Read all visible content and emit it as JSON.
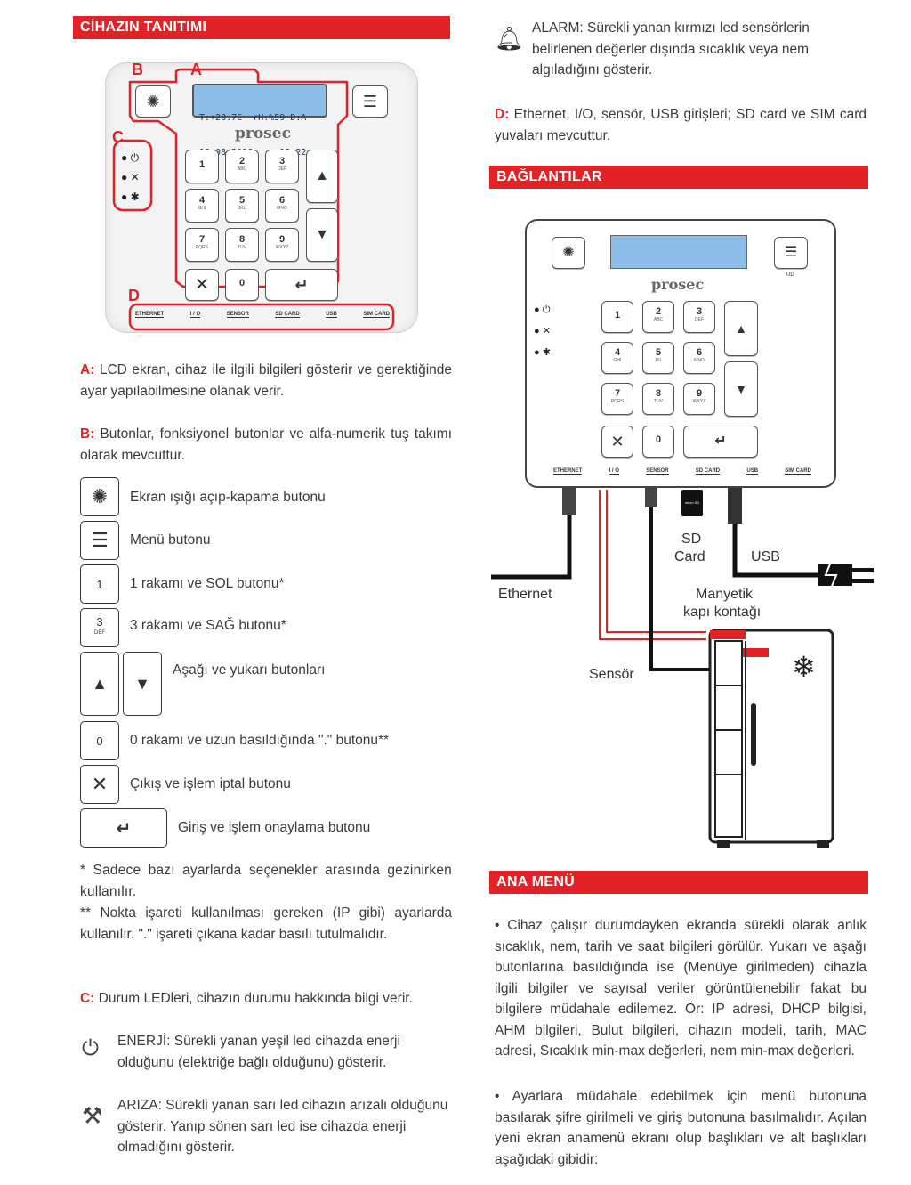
{
  "left": {
    "section_title": "CİHAZIN TANITIMI",
    "device": {
      "labels": {
        "a": "A",
        "b": "B",
        "c": "C",
        "d": "D"
      },
      "lcd_line1": "T:+28.7C  rH:%59 D:A",
      "lcd_line2": "18/08/2016     13:22",
      "brand": "prosec",
      "keys": [
        {
          "num": "1",
          "sub": ""
        },
        {
          "num": "2",
          "sub": "ABC"
        },
        {
          "num": "3",
          "sub": "DEF"
        },
        {
          "num": "4",
          "sub": "GHI"
        },
        {
          "num": "5",
          "sub": "JKL"
        },
        {
          "num": "6",
          "sub": "MNO"
        },
        {
          "num": "7",
          "sub": "PQRS"
        },
        {
          "num": "8",
          "sub": "TUV"
        },
        {
          "num": "9",
          "sub": "WXYZ"
        },
        {
          "num": "0",
          "sub": ""
        }
      ],
      "ports": [
        "ETHERNET",
        "I / O",
        "SENSOR",
        "SD CARD",
        "USB",
        "SIM CARD"
      ]
    },
    "desc_a_label": "A:",
    "desc_a": "LCD ekran, cihaz ile ilgili bilgileri gösterir ve gerektiğinde ayar yapılabilmesine olanak verir.",
    "desc_b_label": "B:",
    "desc_b": "Butonlar, fonksiyonel butonlar ve alfa-numerik tuş takımı olarak mevcuttur.",
    "legend": {
      "backlight": "Ekran ışığı açıp-kapama butonu",
      "menu": "Menü butonu",
      "key1_num": "1",
      "key1": "1 rakamı ve SOL butonu*",
      "key3_num": "3",
      "key3_sub": "DEF",
      "key3": "3 rakamı ve SAĞ butonu*",
      "updown": "Aşağı ve yukarı butonları",
      "key0_num": "0",
      "key0": "0 rakamı ve uzun basıldığında \".\" butonu**",
      "cancel": "Çıkış ve işlem iptal butonu",
      "enter": "Giriş ve işlem onaylama butonu"
    },
    "note1": "* Sadece bazı ayarlarda seçenekler arasında gezinirken kullanılır.",
    "note2": "** Nokta işareti kullanılması gereken (IP gibi) ayarlarda kullanılır. \".\" işareti çıkana kadar basılı tutulmalıdır.",
    "desc_c_label": "C:",
    "desc_c": "Durum LEDleri, cihazın durumu hakkında bilgi verir.",
    "energy": "ENERJİ: Sürekli yanan yeşil led cihazda enerji olduğunu (elektriğe bağlı olduğunu) gösterir.",
    "fault": "ARIZA: Sürekli yanan sarı led cihazın arızalı olduğunu gösterir. Yanıp sönen sarı led ise cihazda enerji olmadığını gösterir."
  },
  "right": {
    "alarm": "ALARM: Sürekli yanan kırmızı led sensörlerin belirlenen değerler dışında sıcaklık veya nem algıladığını gösterir.",
    "desc_d_label": "D:",
    "desc_d": "Ethernet, I/O, sensör, USB girişleri; SD card ve SIM card yuvaları mevcuttur.",
    "section_connections": "BAĞLANTILAR",
    "diagram": {
      "brand": "prosec",
      "ud": "UD",
      "ethernet": "Ethernet",
      "sd": "SD",
      "card": "Card",
      "usb": "USB",
      "manyetik1": "Manyetik",
      "manyetik2": "kapı kontağı",
      "sensor": "Sensör",
      "sd_chip": "micro SD"
    },
    "section_menu": "ANA MENÜ",
    "menu_p1": "• Cihaz çalışır durumdayken ekranda sürekli olarak anlık sıcaklık, nem, tarih ve saat bilgileri görülür. Yukarı ve aşağı butonlarına basıldığında ise (Menüye girilmeden) cihazla ilgili bilgiler ve sayısal veriler görüntülenebilir fakat bu bilgilere müdahale edilemez. Ör: IP adresi, DHCP bilgisi, AHM bilgileri, Bulut bilgileri, cihazın modeli, tarih, MAC adresi, Sıcaklık min-max değerleri, nem min-max değerleri.",
    "menu_p2": "• Ayarlara müdahale edebilmek için menü butonuna basılarak şifre girilmeli ve giriş butonuna basılmalıdır. Açılan yeni ekran anamenü ekranı olup başlıkları ve alt başlıkları aşağıdaki gibidir:"
  }
}
